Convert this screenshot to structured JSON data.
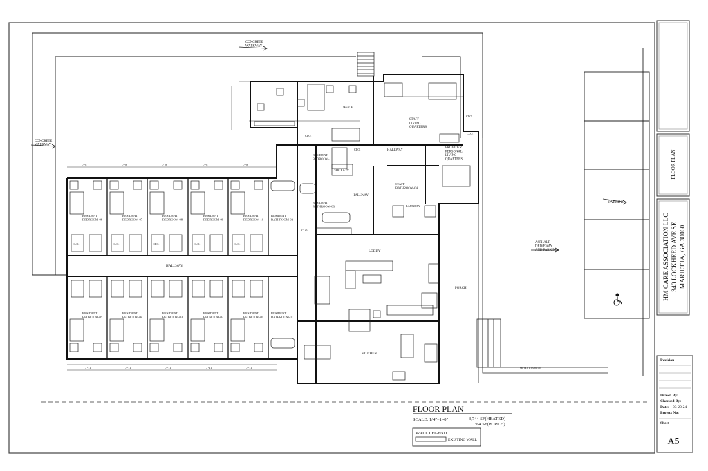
{
  "labels": {
    "concrete_walkway_top": [
      "CONCRETE",
      "WALKWAY"
    ],
    "concrete_walkway_left": [
      "CONCRETE",
      "WALKWAY"
    ],
    "office": "OFFICE",
    "staff_living": [
      "STAFF",
      "LIVING",
      "QUARTERS"
    ],
    "staff_bathroom": [
      "STAFF",
      "BATHROOM-04"
    ],
    "hallway_upper": "HALLWAY",
    "hallway_mid": "HALLWAY",
    "hallway_main": "HALLWAY",
    "provider_quarters": [
      "PROVIDER",
      "PERSONAL",
      "LIVING",
      "QUARTERS"
    ],
    "table_tv": "TABLE & TV",
    "laundry": "LAUNDRY",
    "resident_bedroom_top": [
      "RESIDENT",
      "BEDROOM-"
    ],
    "resident_bathroom_03": [
      "RESIDENT",
      "BATHROOM-03"
    ],
    "resident_bathroom_02": [
      "RESIDENT",
      "BATHROOM-02"
    ],
    "resident_bathroom_01": [
      "RESIDENT",
      "BATHROOM-01"
    ],
    "lobby": "LOBBY",
    "porch": "PORCH",
    "kitchen": "KITCHEN",
    "parking": "PARKING",
    "asphalt": [
      "ASPHALT",
      "DRIVEWAY",
      "AND PARKING"
    ],
    "metal_handrail": "METAL HANDRAIL",
    "clo": "CLO.",
    "upper_bedrooms": [
      [
        "RESIDENT",
        "BEDROOM-06"
      ],
      [
        "RESIDENT",
        "BEDROOM-07"
      ],
      [
        "RESIDENT",
        "BEDROOM-08"
      ],
      [
        "RESIDENT",
        "BEDROOM-09"
      ],
      [
        "RESIDENT",
        "BEDROOM-10"
      ]
    ],
    "lower_bedrooms": [
      [
        "RESIDENT",
        "BEDROOM-05"
      ],
      [
        "RESIDENT",
        "BEDROOM-04"
      ],
      [
        "RESIDENT",
        "BEDROOM-03"
      ],
      [
        "RESIDENT",
        "BEDROOM-02"
      ],
      [
        "RESIDENT",
        "BEDROOM-01"
      ]
    ],
    "dim_78": "7'-8\"",
    "dim_711": "7'-11\""
  },
  "drawing": {
    "title": "FLOOR PLAN",
    "scale": "SCALE: 1/4\"=1'-0\"",
    "heated": "3,744 SF(HEATED)",
    "porch": "364 SF(PORCH)",
    "wall_legend_title": "WALL LEGEND",
    "wall_legend_item": "EXISTING WALL"
  },
  "title_block": {
    "sheet_title": "FLOOR PLAN",
    "company": "HM CARE ASSOCIATION LLC",
    "address1": "340 LOCKHEED AVE SE",
    "address2": "MARIETTA, GA 30060",
    "revision_label": "Revision",
    "drawn_by": "Drawn By:",
    "checked_by": "Checked By:",
    "date_label": "Date:",
    "date_value": "03-20-24",
    "project_no": "Project No:",
    "sheet_label": "Sheet",
    "sheet_number": "A5"
  },
  "icons": {
    "accessible": "wheelchair-icon",
    "arrow": "arrow-icon"
  },
  "colors": {
    "line": "#111111",
    "frame": "#444444",
    "shade": "#9a9a9a"
  }
}
